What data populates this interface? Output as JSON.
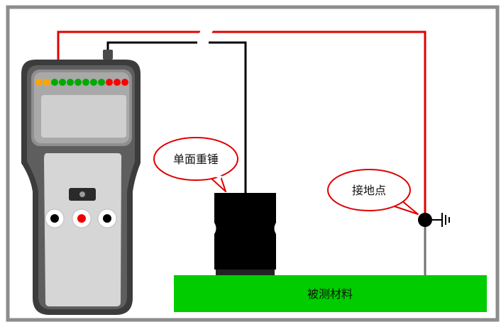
{
  "labels": {
    "hammer": "单面重锤",
    "ground_point": "接地点",
    "material": "被测材料"
  },
  "colors": {
    "frame": "#8c8c8c",
    "red_wire": "#e00000",
    "black_wire": "#000000",
    "material": "#00cc00",
    "callout_stroke": "#e00000",
    "device_body": "#555555",
    "device_face": "#d6d6d6"
  },
  "indicator_leds": [
    "orange",
    "orange",
    "green",
    "green",
    "green",
    "green",
    "green",
    "green",
    "green",
    "red",
    "red",
    "red"
  ],
  "icons": [
    "ground-symbol-icon"
  ]
}
